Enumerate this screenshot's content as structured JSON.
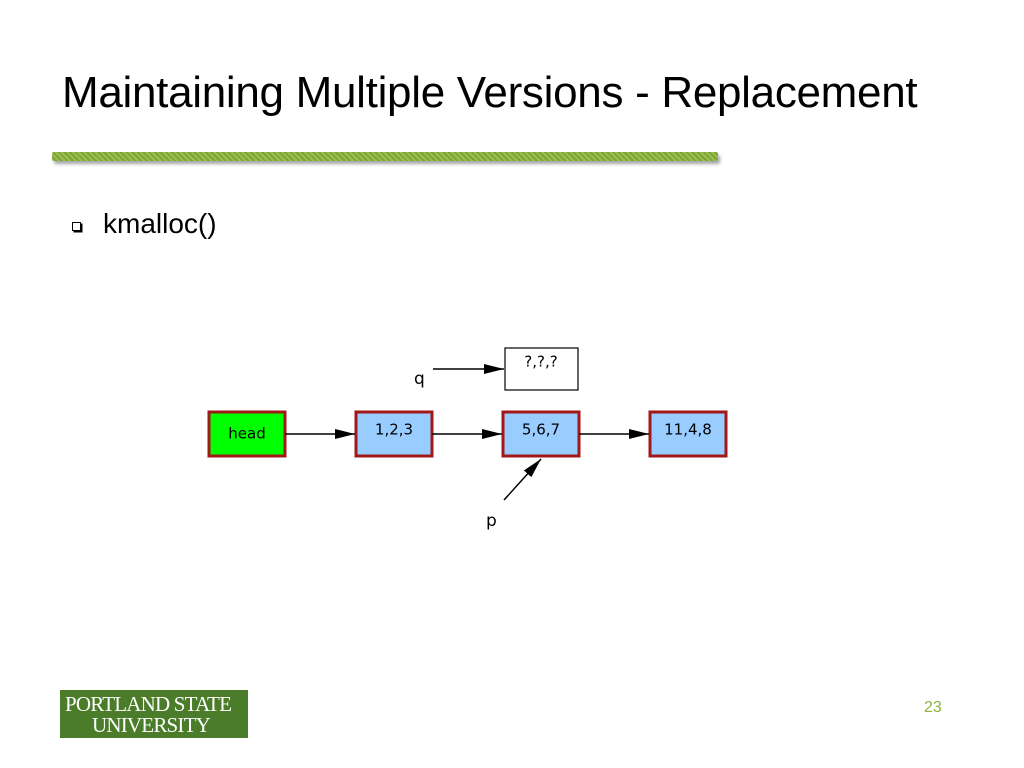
{
  "slide": {
    "title": "Maintaining Multiple Versions - Replacement",
    "bullet": "kmalloc()",
    "page_number": "23"
  },
  "diagram": {
    "nodes": [
      {
        "id": "head",
        "label": "head",
        "fill": "#00ff00"
      },
      {
        "id": "n1",
        "label": "1,2,3",
        "fill": "#99ccff"
      },
      {
        "id": "n2",
        "label": "5,6,7",
        "fill": "#99ccff"
      },
      {
        "id": "n3",
        "label": "11,4,8",
        "fill": "#99ccff"
      },
      {
        "id": "new",
        "label": "?,?,?",
        "fill": "#ffffff"
      }
    ],
    "pointers": {
      "q": "q",
      "p": "p"
    },
    "colors": {
      "node_border": "#a01818",
      "list_node": "#99ccff",
      "head_node": "#00ff00"
    }
  },
  "logo": {
    "line1": "PORTLAND STATE",
    "line2": "UNIVERSITY",
    "color": "#4a7c29"
  }
}
